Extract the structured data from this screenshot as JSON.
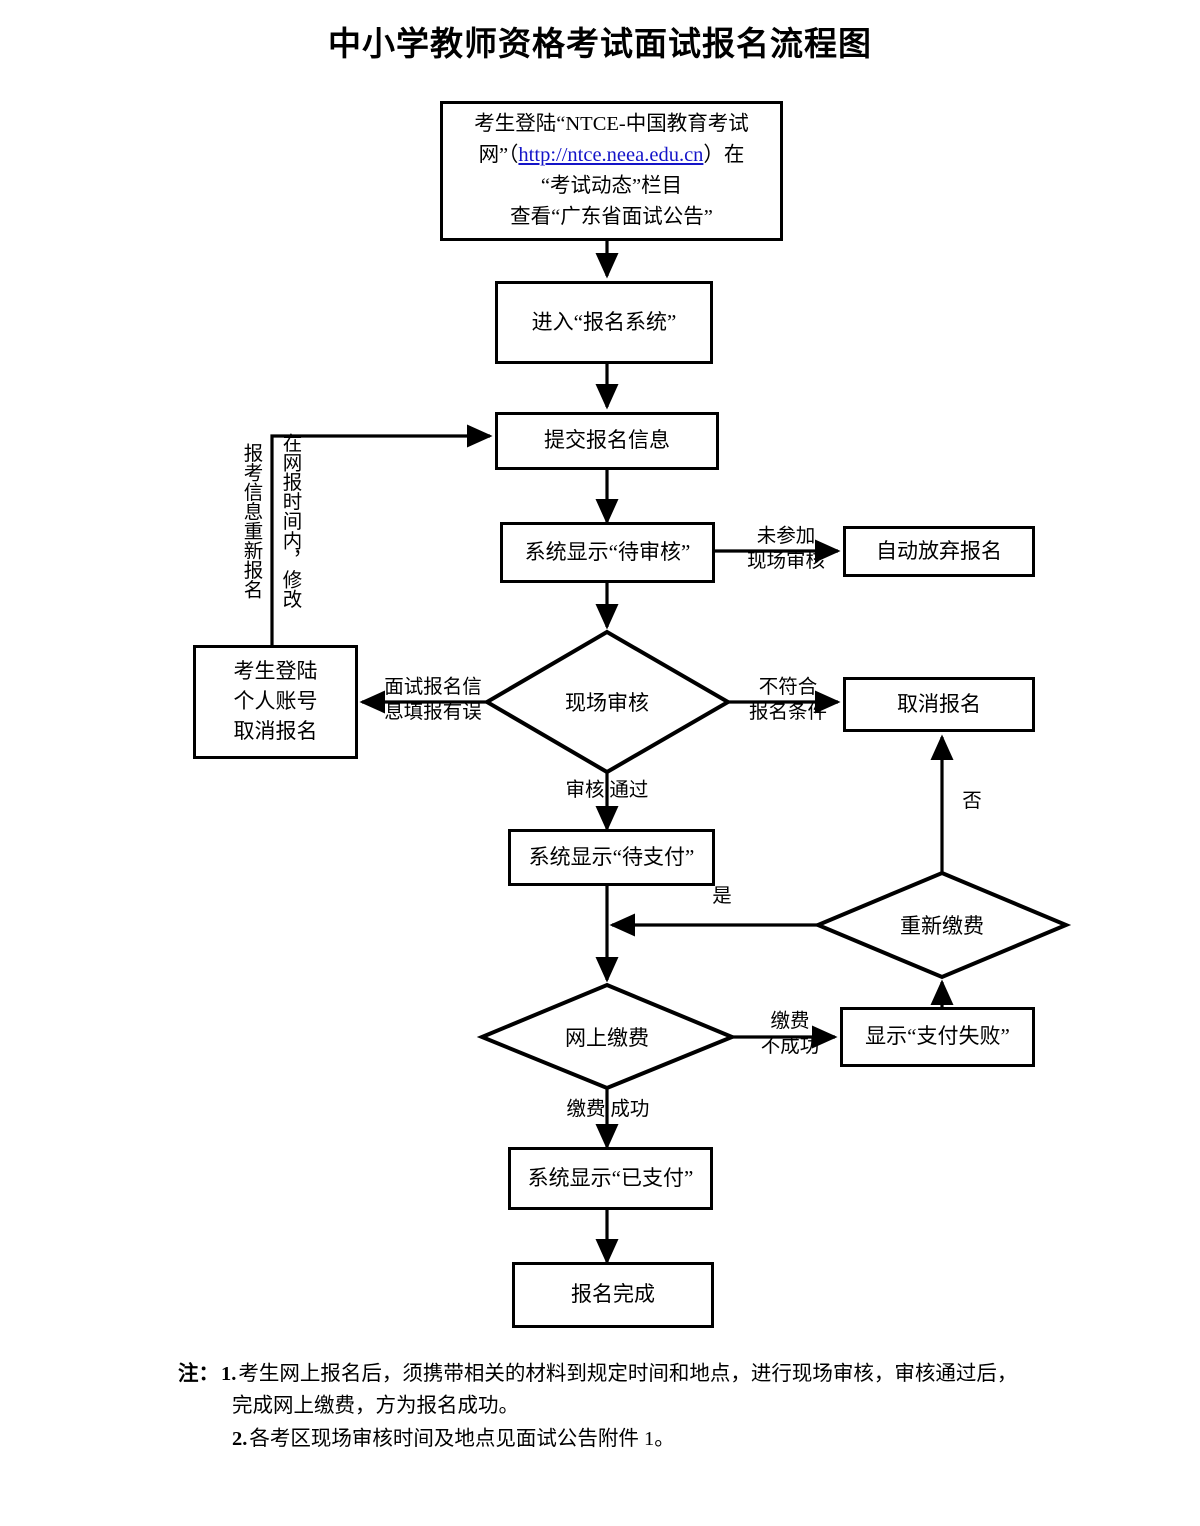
{
  "title": "中小学教师资格考试面试报名流程图",
  "nodes": {
    "login_portal": {
      "line1": "考生登陆“NTCE-中国教育考试",
      "line2_pre": "网”（",
      "line2_link": "http://ntce.neea.edu.cn",
      "line2_post": "）在",
      "line3": "“考试动态”栏目",
      "line4": "查看“广东省面试公告”"
    },
    "enter_system": "进入“报名系统”",
    "submit_info": "提交报名信息",
    "status_pending_review": "系统显示“待审核”",
    "auto_abandon": "自动放弃报名",
    "onsite_review": "现场审核",
    "cancel_by_candidate": "考生登陆\n个人账号\n取消报名",
    "cancel_registration": "取消报名",
    "status_pending_pay": "系统显示“待支付”",
    "repay_decision": "重新缴费",
    "online_pay": "网上缴费",
    "pay_failed": "显示“支付失败”",
    "status_paid": "系统显示“已支付”",
    "registration_done": "报名完成"
  },
  "edge_labels": {
    "not_attend_onsite": "未参加\n现场审核",
    "info_error": "面试报名信\n息填报有误",
    "not_qualified": "不符合\n报名条件",
    "review_passed": "审核  通过",
    "repay_yes": "是",
    "repay_no": "否",
    "pay_failed_label": "缴费\n不成功",
    "pay_success_label": "缴费  成功",
    "reapply_vertical": "报考信息重新报名",
    "modify_vertical": "在网报时间内，修改"
  },
  "notes": {
    "prefix": "注：",
    "item1_no": "1.",
    "item1_line1": "考生网上报名后，须携带相关的材料到规定时间和地点，进行现场审核，审核通过后，",
    "item1_line2": "完成网上缴费，方为报名成功。",
    "item2_no": "2.",
    "item2_line1": "各考区现场审核时间及地点见面试公告附件 1。"
  },
  "colors": {
    "stroke": "#000000",
    "background": "#ffffff",
    "link": "#1414c8"
  },
  "chart_data": {
    "type": "flowchart",
    "title": "中小学教师资格考试面试报名流程图",
    "nodes": [
      {
        "id": "login_portal",
        "shape": "rect",
        "label": "考生登陆“NTCE-中国教育考试网”（http://ntce.neea.edu.cn）在“考试动态”栏目查看“广东省面试公告”"
      },
      {
        "id": "enter_system",
        "shape": "rect",
        "label": "进入“报名系统”"
      },
      {
        "id": "submit_info",
        "shape": "rect",
        "label": "提交报名信息"
      },
      {
        "id": "status_pending_review",
        "shape": "rect",
        "label": "系统显示“待审核”"
      },
      {
        "id": "auto_abandon",
        "shape": "rect",
        "label": "自动放弃报名"
      },
      {
        "id": "onsite_review",
        "shape": "diamond",
        "label": "现场审核"
      },
      {
        "id": "cancel_by_candidate",
        "shape": "rect",
        "label": "考生登陆个人账号取消报名"
      },
      {
        "id": "cancel_registration",
        "shape": "rect",
        "label": "取消报名"
      },
      {
        "id": "status_pending_pay",
        "shape": "rect",
        "label": "系统显示“待支付”"
      },
      {
        "id": "repay_decision",
        "shape": "diamond",
        "label": "重新缴费"
      },
      {
        "id": "online_pay",
        "shape": "diamond",
        "label": "网上缴费"
      },
      {
        "id": "pay_failed",
        "shape": "rect",
        "label": "显示“支付失败”"
      },
      {
        "id": "status_paid",
        "shape": "rect",
        "label": "系统显示“已支付”"
      },
      {
        "id": "registration_done",
        "shape": "rect",
        "label": "报名完成"
      }
    ],
    "edges": [
      {
        "from": "login_portal",
        "to": "enter_system",
        "label": ""
      },
      {
        "from": "enter_system",
        "to": "submit_info",
        "label": ""
      },
      {
        "from": "submit_info",
        "to": "status_pending_review",
        "label": ""
      },
      {
        "from": "status_pending_review",
        "to": "auto_abandon",
        "label": "未参加现场审核"
      },
      {
        "from": "status_pending_review",
        "to": "onsite_review",
        "label": ""
      },
      {
        "from": "onsite_review",
        "to": "cancel_by_candidate",
        "label": "面试报名信息填报有误"
      },
      {
        "from": "onsite_review",
        "to": "cancel_registration",
        "label": "不符合报名条件"
      },
      {
        "from": "onsite_review",
        "to": "status_pending_pay",
        "label": "审核通过"
      },
      {
        "from": "cancel_by_candidate",
        "to": "submit_info",
        "label": "报考信息重新报名 / 在网报时间内，修改"
      },
      {
        "from": "status_pending_pay",
        "to": "online_pay",
        "label": ""
      },
      {
        "from": "online_pay",
        "to": "pay_failed",
        "label": "缴费不成功"
      },
      {
        "from": "online_pay",
        "to": "status_paid",
        "label": "缴费成功"
      },
      {
        "from": "pay_failed",
        "to": "repay_decision",
        "label": ""
      },
      {
        "from": "repay_decision",
        "to": "status_pending_pay",
        "label": "是"
      },
      {
        "from": "repay_decision",
        "to": "cancel_registration",
        "label": "否"
      },
      {
        "from": "status_paid",
        "to": "registration_done",
        "label": ""
      }
    ]
  }
}
